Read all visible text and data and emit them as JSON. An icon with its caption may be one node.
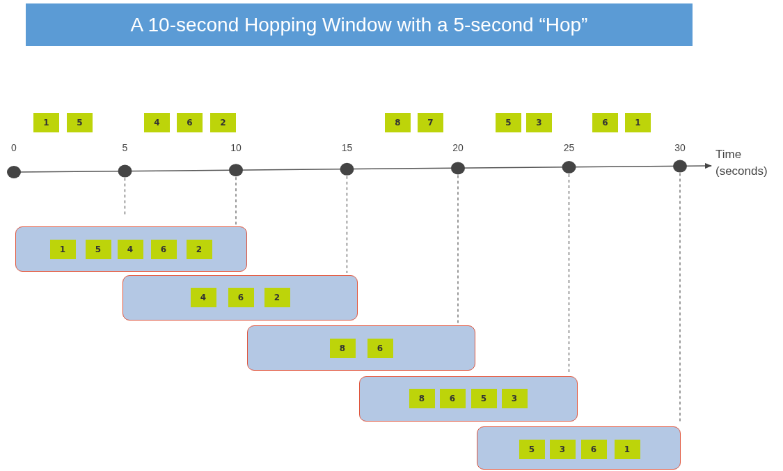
{
  "diagram": {
    "title": "A 10-second Hopping Window with a 5-second “Hop”",
    "nodes": [
      {
        "text": [
          "1"
        ]
      },
      {
        "text": [
          "5"
        ]
      },
      {
        "text": [
          "4"
        ]
      },
      {
        "text": [
          "6"
        ]
      },
      {
        "text": [
          "2"
        ]
      },
      {
        "text": [
          "8"
        ]
      },
      {
        "text": [
          "7"
        ]
      },
      {
        "text": [
          "5"
        ]
      },
      {
        "text": [
          "3"
        ]
      },
      {
        "text": [
          "6"
        ]
      },
      {
        "text": [
          "1"
        ]
      },
      {
        "text": [],
        "shape": "box"
      },
      {
        "text": [
          "1"
        ],
        "in": 11
      },
      {
        "text": [
          "5"
        ],
        "in": 11
      },
      {
        "text": [
          "4"
        ],
        "in": 11
      },
      {
        "text": [
          "6"
        ],
        "in": 11
      },
      {
        "text": [
          "2"
        ],
        "in": 11
      },
      {
        "text": [],
        "shape": "box"
      },
      {
        "text": [
          "4"
        ],
        "in": 17
      },
      {
        "text": [
          "6"
        ],
        "in": 17
      },
      {
        "text": [
          "2"
        ],
        "in": 17
      },
      {
        "text": [],
        "shape": "box"
      },
      {
        "text": [
          "8"
        ],
        "in": 21
      },
      {
        "text": [
          "6"
        ],
        "in": 21
      },
      {
        "text": [],
        "shape": "box"
      },
      {
        "text": [
          "8"
        ],
        "in": 24
      },
      {
        "text": [
          "6"
        ],
        "in": 24
      },
      {
        "text": [
          "5"
        ],
        "in": 24
      },
      {
        "text": [
          "3"
        ],
        "in": 24
      },
      {
        "text": [],
        "shape": "box"
      },
      {
        "text": [
          "5"
        ],
        "in": 29
      },
      {
        "text": [
          "3"
        ],
        "in": 29
      },
      {
        "text": [
          "6"
        ],
        "in": 29
      },
      {
        "text": [
          "1"
        ],
        "in": 29
      }
    ],
    "labels": [
      "0",
      "5",
      "10",
      "15",
      "20",
      "25",
      "30",
      "Time (seconds)"
    ]
  }
}
